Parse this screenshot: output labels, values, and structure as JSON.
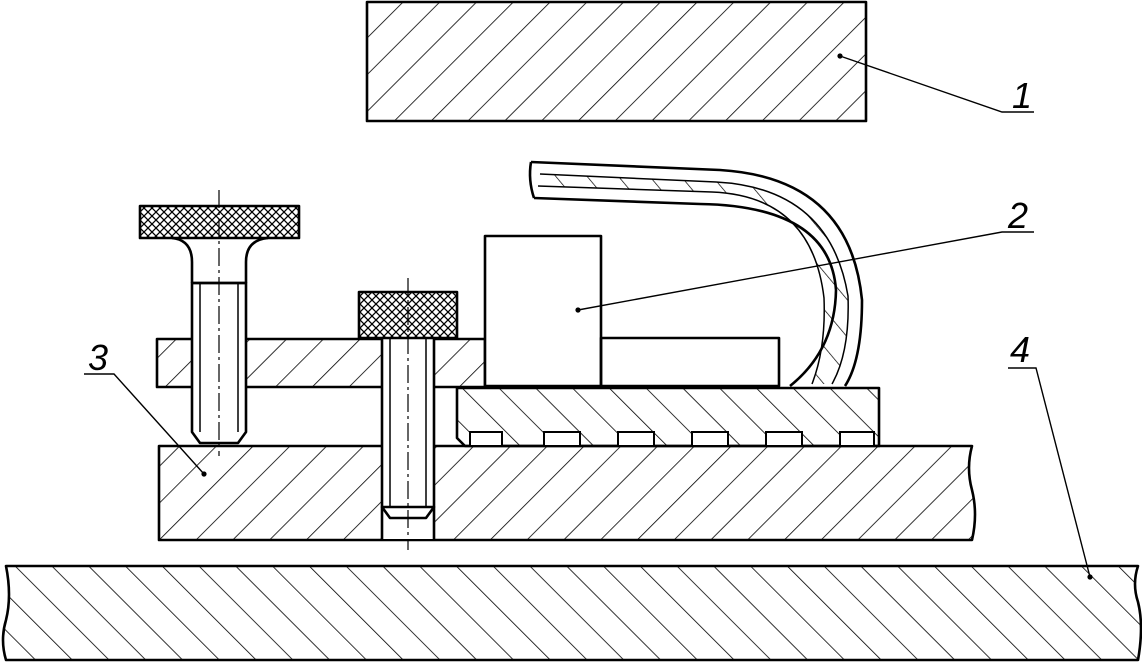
{
  "diagram": {
    "parts": [
      {
        "id": "part-1",
        "label": "1"
      },
      {
        "id": "part-2",
        "label": "2"
      },
      {
        "id": "part-3",
        "label": "3"
      },
      {
        "id": "part-4",
        "label": "4"
      }
    ],
    "colors": {
      "line": "#000000",
      "background": "#ffffff"
    }
  }
}
